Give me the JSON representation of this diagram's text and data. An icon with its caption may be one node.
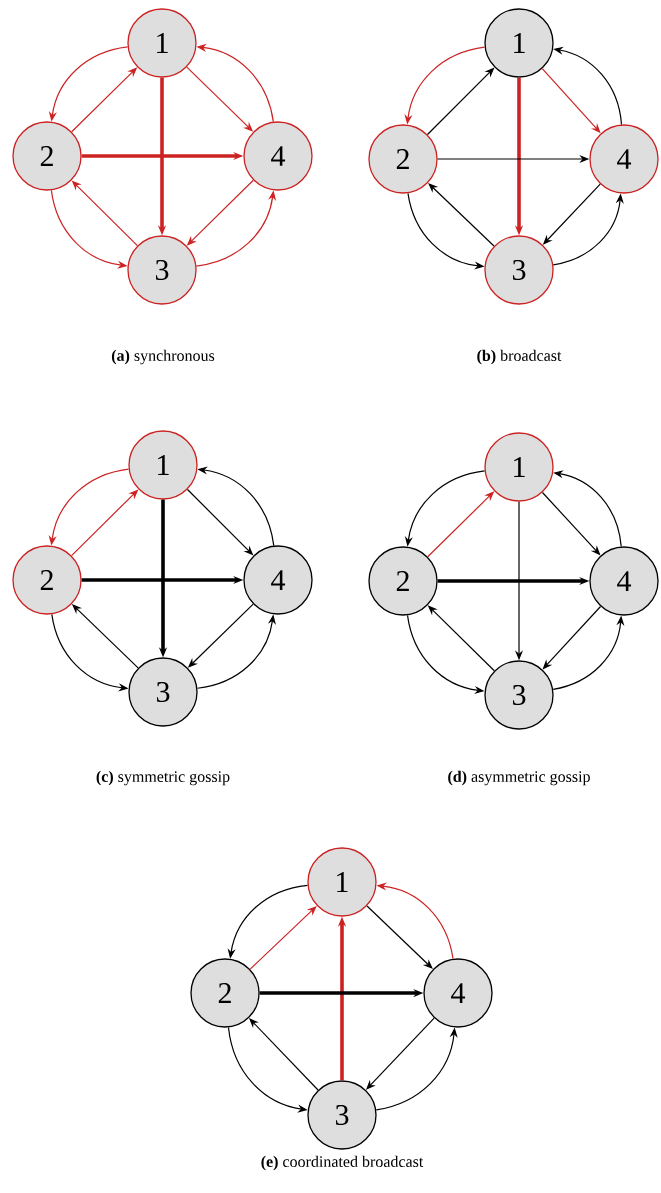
{
  "diagram": {
    "nodes": [
      {
        "text": [
          "1"
        ]
      },
      {
        "text": [
          "2"
        ]
      },
      {
        "text": [
          "4"
        ]
      },
      {
        "text": [
          "3"
        ]
      },
      {
        "text": [
          "1"
        ]
      },
      {
        "text": [
          "2"
        ]
      },
      {
        "text": [
          "4"
        ]
      },
      {
        "text": [
          "3"
        ]
      },
      {
        "text": [
          "1"
        ]
      },
      {
        "text": [
          "2"
        ]
      },
      {
        "text": [
          "4"
        ]
      },
      {
        "text": [
          "3"
        ]
      },
      {
        "text": [
          "1"
        ]
      },
      {
        "text": [
          "2"
        ]
      },
      {
        "text": [
          "4"
        ]
      },
      {
        "text": [
          "3"
        ]
      },
      {
        "text": [
          "1"
        ]
      },
      {
        "text": [
          "2"
        ]
      },
      {
        "text": [
          "4"
        ]
      },
      {
        "text": [
          "3"
        ]
      }
    ],
    "edges": [
      {
        "from": 0,
        "to": 1,
        "arrow": "to",
        "color": "#cc2222"
      },
      {
        "from": 1,
        "to": 0,
        "arrow": "to",
        "color": "#cc2222"
      },
      {
        "from": 0,
        "to": 2,
        "arrow": "to",
        "color": "#cc2222"
      },
      {
        "from": 2,
        "to": 0,
        "arrow": "to",
        "color": "#cc2222"
      },
      {
        "from": 0,
        "to": 3,
        "arrow": "to",
        "color": "#cc2222",
        "style": "thick"
      },
      {
        "from": 1,
        "to": 2,
        "arrow": "to",
        "color": "#cc2222",
        "style": "thick"
      },
      {
        "from": 1,
        "to": 3,
        "arrow": "to",
        "color": "#cc2222"
      },
      {
        "from": 3,
        "to": 1,
        "arrow": "to",
        "color": "#cc2222"
      },
      {
        "from": 2,
        "to": 3,
        "arrow": "to",
        "color": "#cc2222"
      },
      {
        "from": 3,
        "to": 2,
        "arrow": "to",
        "color": "#cc2222"
      },
      {
        "from": 4,
        "to": 5,
        "arrow": "to",
        "color": "#cc2222"
      },
      {
        "from": 5,
        "to": 4,
        "arrow": "to"
      },
      {
        "from": 4,
        "to": 6,
        "arrow": "to",
        "color": "#cc2222"
      },
      {
        "from": 6,
        "to": 4,
        "arrow": "to"
      },
      {
        "from": 4,
        "to": 7,
        "arrow": "to",
        "color": "#cc2222",
        "style": "thick"
      },
      {
        "from": 5,
        "to": 6,
        "arrow": "to"
      },
      {
        "from": 5,
        "to": 7,
        "arrow": "to"
      },
      {
        "from": 7,
        "to": 5,
        "arrow": "to"
      },
      {
        "from": 6,
        "to": 7,
        "arrow": "to"
      },
      {
        "from": 7,
        "to": 6,
        "arrow": "to"
      },
      {
        "from": 8,
        "to": 9,
        "arrow": "to",
        "color": "#cc2222"
      },
      {
        "from": 9,
        "to": 8,
        "arrow": "to",
        "color": "#cc2222"
      },
      {
        "from": 8,
        "to": 10,
        "arrow": "to"
      },
      {
        "from": 10,
        "to": 8,
        "arrow": "to"
      },
      {
        "from": 8,
        "to": 11,
        "arrow": "to",
        "style": "thick"
      },
      {
        "from": 9,
        "to": 10,
        "arrow": "to",
        "style": "thick"
      },
      {
        "from": 9,
        "to": 11,
        "arrow": "to"
      },
      {
        "from": 11,
        "to": 9,
        "arrow": "to"
      },
      {
        "from": 10,
        "to": 11,
        "arrow": "to"
      },
      {
        "from": 11,
        "to": 10,
        "arrow": "to"
      },
      {
        "from": 12,
        "to": 13,
        "arrow": "to"
      },
      {
        "from": 13,
        "to": 12,
        "arrow": "to",
        "color": "#cc2222"
      },
      {
        "from": 12,
        "to": 14,
        "arrow": "to"
      },
      {
        "from": 14,
        "to": 12,
        "arrow": "to"
      },
      {
        "from": 12,
        "to": 15,
        "arrow": "to"
      },
      {
        "from": 13,
        "to": 14,
        "arrow": "to",
        "style": "thick"
      },
      {
        "from": 13,
        "to": 15,
        "arrow": "to"
      },
      {
        "from": 15,
        "to": 13,
        "arrow": "to"
      },
      {
        "from": 14,
        "to": 15,
        "arrow": "to"
      },
      {
        "from": 15,
        "to": 14,
        "arrow": "to"
      },
      {
        "from": 16,
        "to": 17,
        "arrow": "to"
      },
      {
        "from": 17,
        "to": 16,
        "arrow": "to",
        "color": "#cc2222"
      },
      {
        "from": 16,
        "to": 18,
        "arrow": "to"
      },
      {
        "from": 18,
        "to": 16,
        "arrow": "to",
        "color": "#cc2222"
      },
      {
        "from": 19,
        "to": 16,
        "arrow": "to",
        "color": "#cc2222",
        "style": "thick"
      },
      {
        "from": 17,
        "to": 18,
        "arrow": "to",
        "style": "thick"
      },
      {
        "from": 17,
        "to": 19,
        "arrow": "to"
      },
      {
        "from": 19,
        "to": 17,
        "arrow": "to"
      },
      {
        "from": 18,
        "to": 19,
        "arrow": "to"
      },
      {
        "from": 19,
        "to": 18,
        "arrow": "to"
      }
    ],
    "labels": [
      "**(a)** synchronous",
      "**(b)** broadcast",
      "**(c)** symmetric gossip",
      "**(d)** asymmetric gossip",
      "**(e)** coordinated broadcast"
    ]
  }
}
